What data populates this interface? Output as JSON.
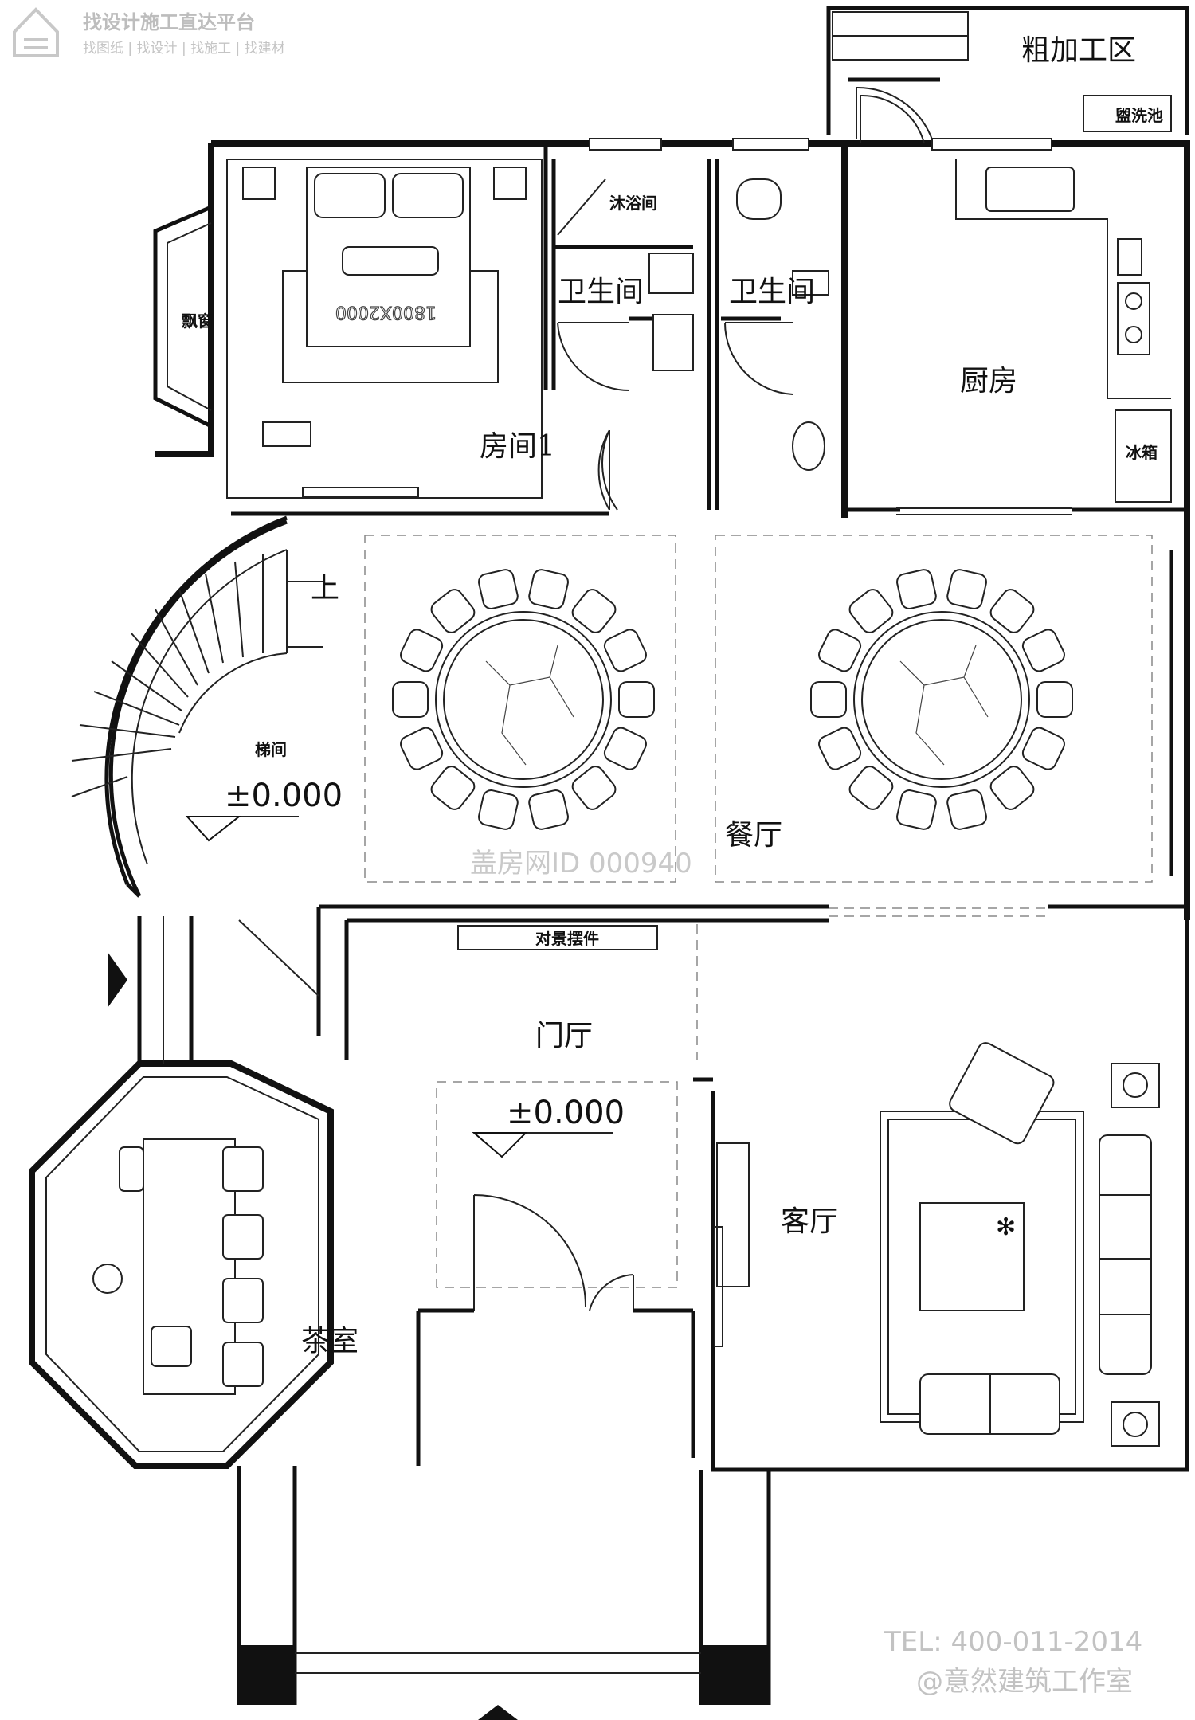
{
  "watermark": {
    "logo_title": "找设计施工直达平台",
    "logo_sub": "找图纸 | 找设计 | 找施工 | 找建材",
    "center": "盖房网ID 000940",
    "tel": "TEL: 400-011-2014",
    "studio": "@意然建筑工作室"
  },
  "rooms": {
    "bedroom": "房间1",
    "bay_window": "飘窗",
    "bed_size": "1800X2000",
    "shower": "沐浴间",
    "bath1": "卫生间",
    "bath2": "卫生间",
    "kitchen": "厨房",
    "fridge": "冰箱",
    "prep_area": "粗加工区",
    "sink": "盥洗池",
    "stair_up": "上",
    "stairwell": "梯间",
    "dining": "餐厅",
    "foyer": "门厅",
    "screen": "对景摆件",
    "living": "客厅",
    "tea_room": "茶室"
  },
  "elevations": {
    "stair": "±0.000",
    "foyer": "±0.000"
  },
  "colors": {
    "line": "#111111",
    "watermark": "#c9c9c9",
    "background": "#ffffff"
  }
}
